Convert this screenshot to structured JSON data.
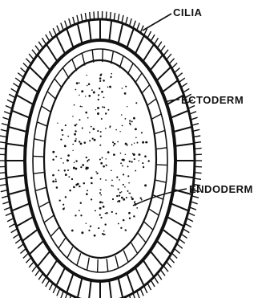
{
  "diagram": {
    "labels": {
      "cilia": "CILIA",
      "ectoderm": "ECTODERM",
      "endoderm": "ENDODERM"
    },
    "colors": {
      "ink": "#111111",
      "background": "#ffffff"
    }
  }
}
